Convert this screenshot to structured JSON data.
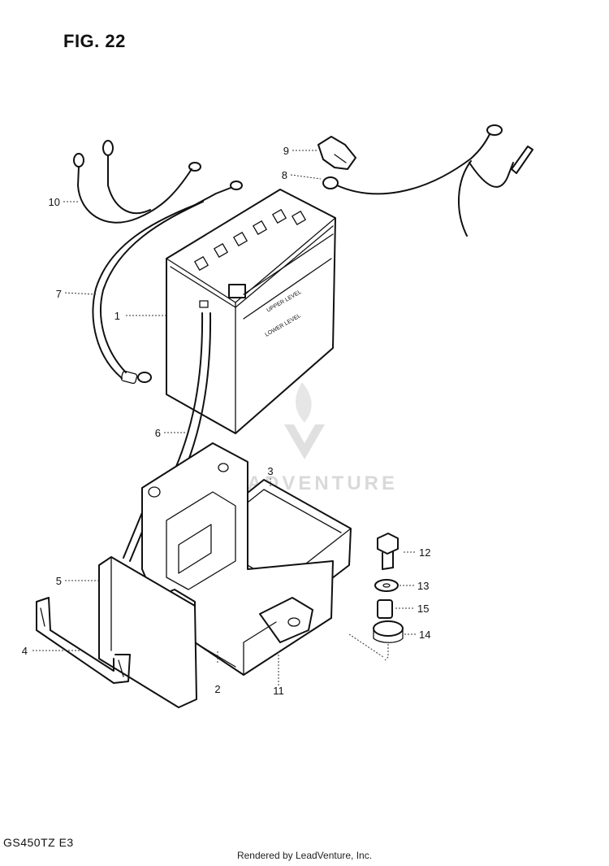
{
  "figure": {
    "title": "FIG. 22",
    "model": "GS450TZ  E3"
  },
  "watermark": {
    "text": "LEADVENTURE"
  },
  "battery": {
    "upper_label": "UPPER LEVEL",
    "lower_label": "LOWER LEVEL"
  },
  "callouts": [
    {
      "label": "1",
      "part": "battery"
    },
    {
      "label": "2",
      "part": "battery-tray"
    },
    {
      "label": "3",
      "part": "battery-holder"
    },
    {
      "label": "4",
      "part": "band"
    },
    {
      "label": "5",
      "part": "cover-plate"
    },
    {
      "label": "6",
      "part": "breather-hose"
    },
    {
      "label": "7",
      "part": "negative-lead"
    },
    {
      "label": "8",
      "part": "positive-lead"
    },
    {
      "label": "9",
      "part": "terminal-cap"
    },
    {
      "label": "10",
      "part": "ground-lead"
    },
    {
      "label": "11",
      "part": "bracket"
    },
    {
      "label": "12",
      "part": "bolt"
    },
    {
      "label": "13",
      "part": "washer"
    },
    {
      "label": "15",
      "part": "spacer"
    },
    {
      "label": "14",
      "part": "cushion"
    }
  ],
  "footer": {
    "credit": "Rendered by LeadVenture, Inc."
  }
}
